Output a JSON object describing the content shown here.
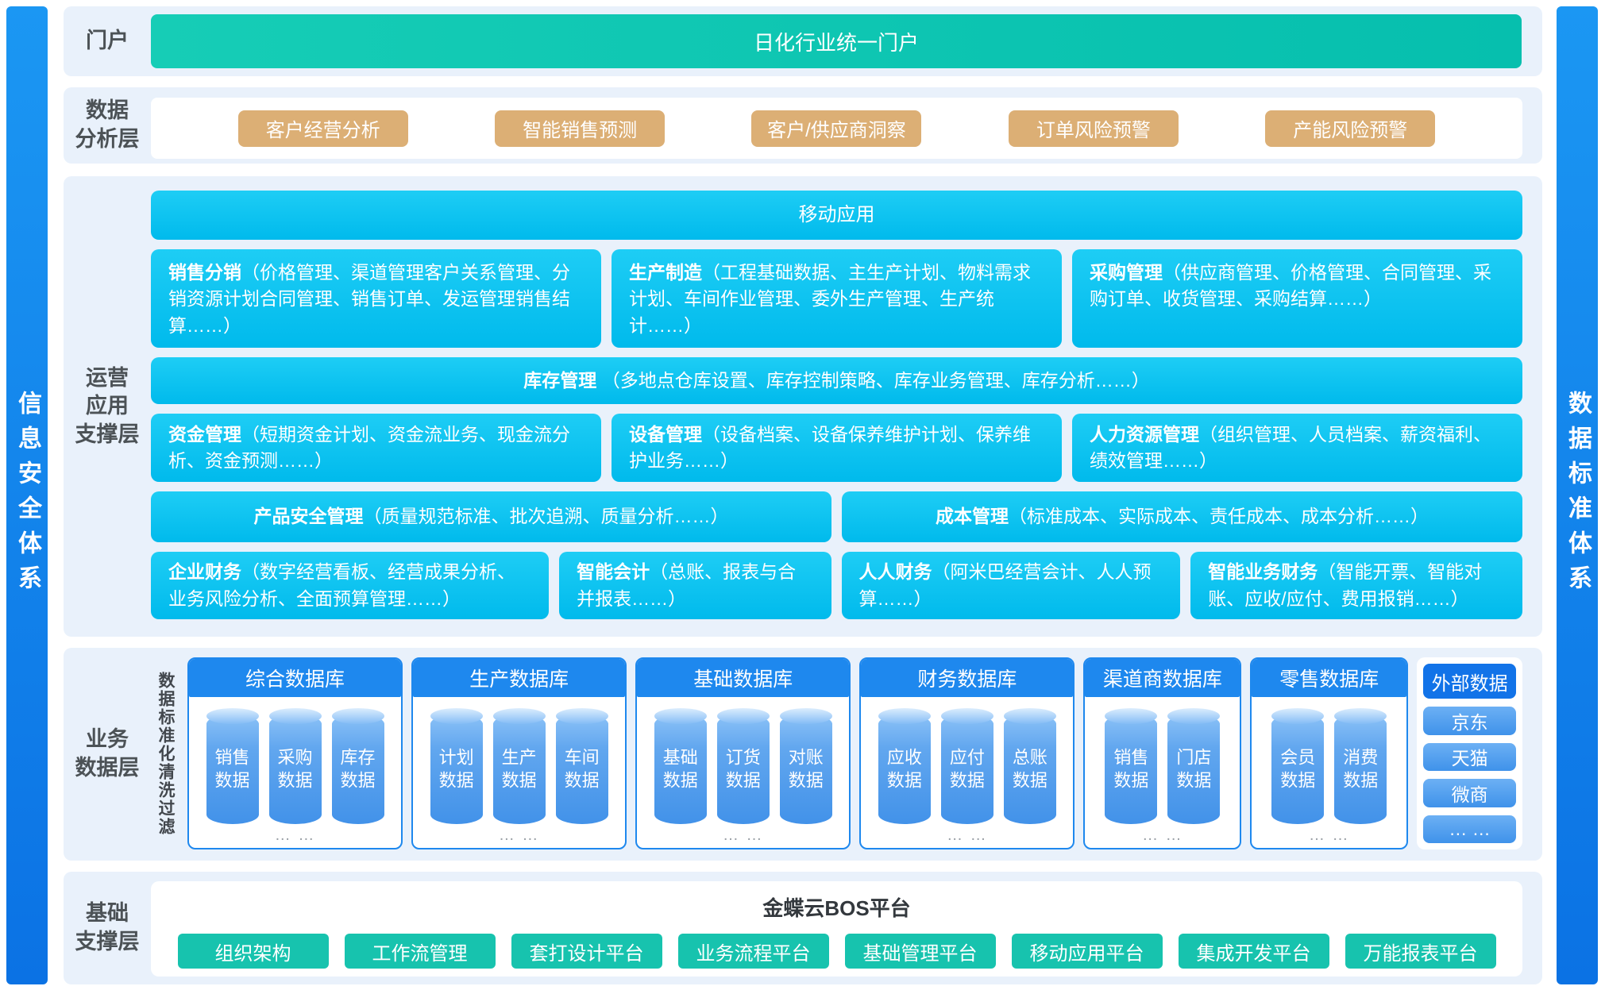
{
  "sidebars": {
    "left": "信息安全体系",
    "right": "数据标准体系"
  },
  "portal": {
    "label": "门户",
    "bar_title": "日化行业统一门户"
  },
  "analysis": {
    "label_lines": [
      "数据",
      "分析层"
    ],
    "buttons": [
      "客户经营分析",
      "智能销售预测",
      "客户/供应商洞察",
      "订单风险预警",
      "产能风险预警"
    ]
  },
  "operations": {
    "label_lines": [
      "运营",
      "应用",
      "支撑层"
    ],
    "mobile_bar": "移动应用",
    "inventory_bar": {
      "title": "库存管理",
      "desc": "（多地点仓库设置、库存控制策略、库存业务管理、库存分析……）"
    },
    "row1": [
      {
        "title": "销售分销",
        "desc": "（价格管理、渠道管理客户关系管理、分销资源计划合同管理、销售订单、发运管理销售结算……）"
      },
      {
        "title": "生产制造",
        "desc": "（工程基础数据、主生产计划、物料需求计划、车间作业管理、委外生产管理、生产统计……）"
      },
      {
        "title": "采购管理",
        "desc": "（供应商管理、价格管理、合同管理、采购订单、收货管理、采购结算……）"
      }
    ],
    "row2": [
      {
        "title": "资金管理",
        "desc": "（短期资金计划、资金流业务、现金流分析、资金预测……）"
      },
      {
        "title": "设备管理",
        "desc": "（设备档案、设备保养维护计划、保养维护业务……）"
      },
      {
        "title": "人力资源管理",
        "desc": "（组织管理、人员档案、薪资福利、绩效管理……）"
      }
    ],
    "row3": [
      {
        "title": "产品安全管理",
        "desc": "（质量规范标准、批次追溯、质量分析……）"
      },
      {
        "title": "成本管理",
        "desc": "（标准成本、实际成本、责任成本、成本分析……）"
      }
    ],
    "row4": [
      {
        "title": "企业财务",
        "desc": "（数字经营看板、经营成果分析、业务风险分析、全面预算管理……）"
      },
      {
        "title": "智能会计",
        "desc": "（总账、报表与合并报表……）"
      },
      {
        "title": "人人财务",
        "desc": "（阿米巴经营会计、人人预算……）"
      },
      {
        "title": "智能业务财务",
        "desc": "（智能开票、智能对账、应收/应付、费用报销……）"
      }
    ]
  },
  "data_layer": {
    "label_lines": [
      "业务",
      "数据层"
    ],
    "filter_text": "数据标准化清洗过滤",
    "databases": [
      {
        "name": "综合数据库",
        "items": [
          "销售数据",
          "采购数据",
          "库存数据"
        ],
        "more": "… …"
      },
      {
        "name": "生产数据库",
        "items": [
          "计划数据",
          "生产数据",
          "车间数据"
        ],
        "more": "… …"
      },
      {
        "name": "基础数据库",
        "items": [
          "基础数据",
          "订货数据",
          "对账数据"
        ],
        "more": "… …"
      },
      {
        "name": "财务数据库",
        "items": [
          "应收数据",
          "应付数据",
          "总账数据"
        ],
        "more": "… …"
      },
      {
        "name": "渠道商数据库",
        "items": [
          "销售数据",
          "门店数据"
        ],
        "more": "… …"
      },
      {
        "name": "零售数据库",
        "items": [
          "会员数据",
          "消费数据"
        ],
        "more": "… …"
      }
    ],
    "external": {
      "title": "外部数据",
      "items": [
        "京东",
        "天猫",
        "微商",
        "… …"
      ]
    }
  },
  "foundation": {
    "label_lines": [
      "基础",
      "支撑层"
    ],
    "title": "金蝶云BOS平台",
    "buttons": [
      "组织架构",
      "工作流管理",
      "套打设计平台",
      "业务流程平台",
      "基础管理平台",
      "移动应用平台",
      "集成开发平台",
      "万能报表平台"
    ]
  },
  "colors": {
    "portal_teal": "#0cc4b2",
    "module_cyan": "#00bfee",
    "analysis_tan": "#dcaf75",
    "sidebar_blue": "#1185ee",
    "database_blue": "#1e88ee",
    "external_blue": "#1273e8",
    "foundation_teal": "#17c3ae",
    "panel_bg": "#e9f1fb"
  }
}
